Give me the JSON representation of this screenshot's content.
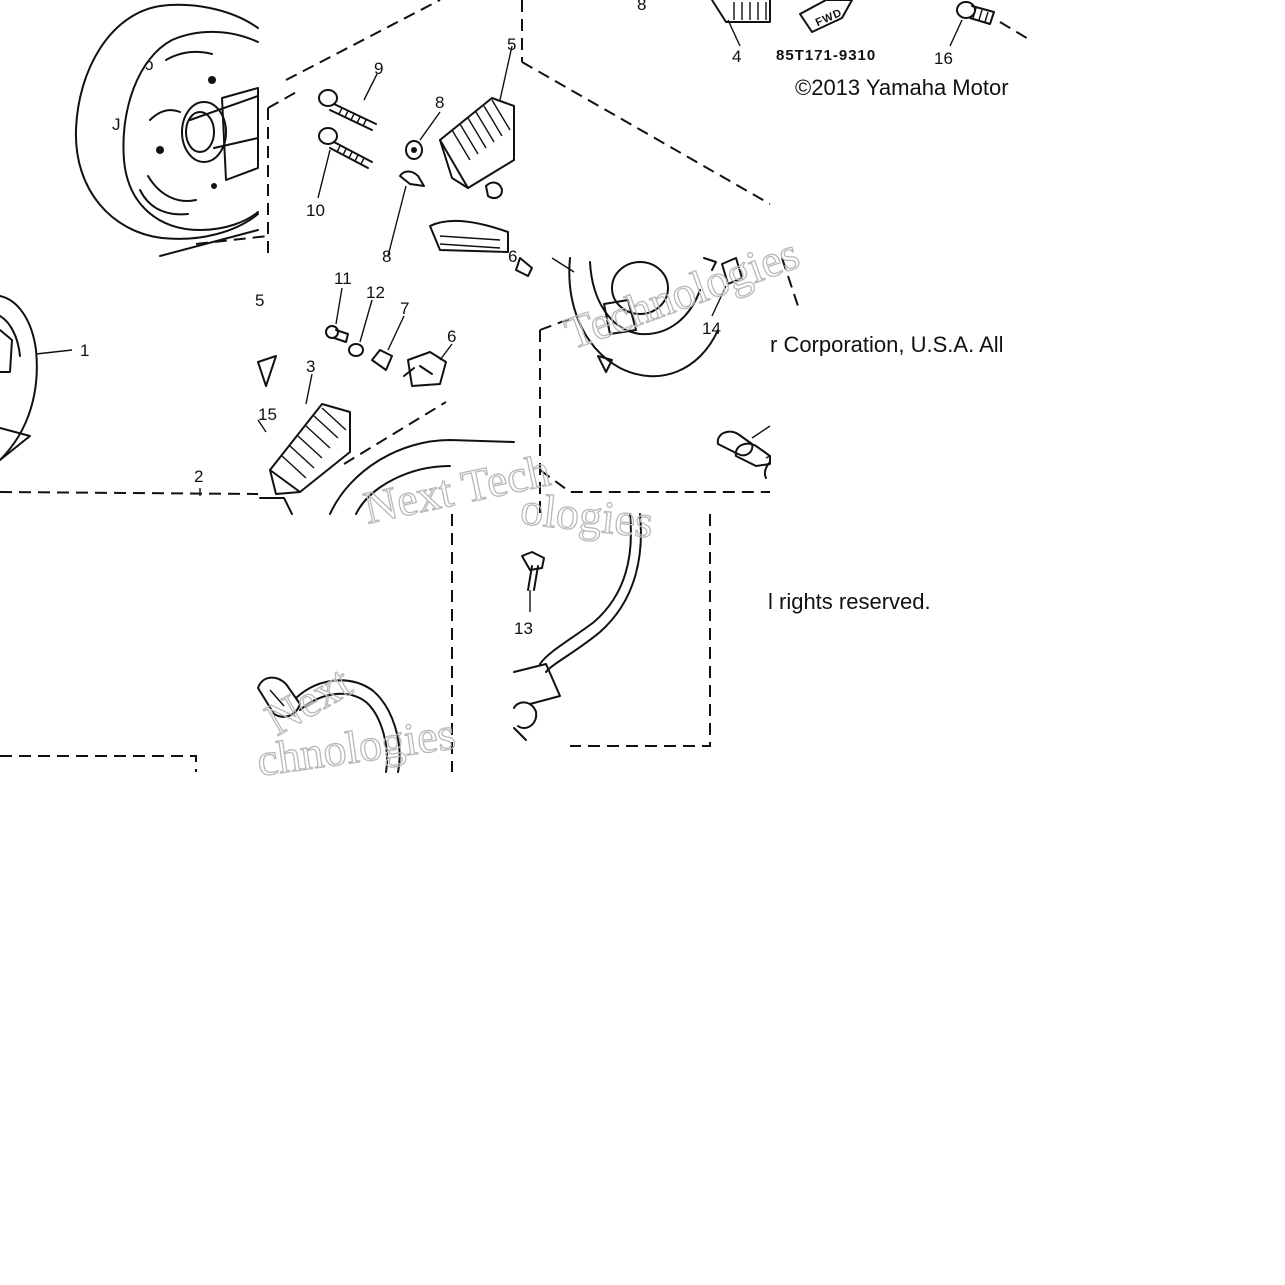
{
  "diagram": {
    "part_code": "85T171-9310",
    "callouts": [
      "1",
      "2",
      "3",
      "4",
      "5",
      "6",
      "7",
      "8",
      "8",
      "9",
      "10",
      "11",
      "12",
      "13",
      "14",
      "15",
      "16"
    ],
    "copyright_fragments": [
      "©2013 Yamaha Motor",
      "r Corporation, U.S.A. All",
      "l rights reserved."
    ],
    "watermark_fragments": [
      "Next Tech",
      "Technologies",
      "Next",
      "chnologies",
      "ologies"
    ],
    "tile_partial_labels": [
      "5",
      "6",
      "8"
    ]
  }
}
